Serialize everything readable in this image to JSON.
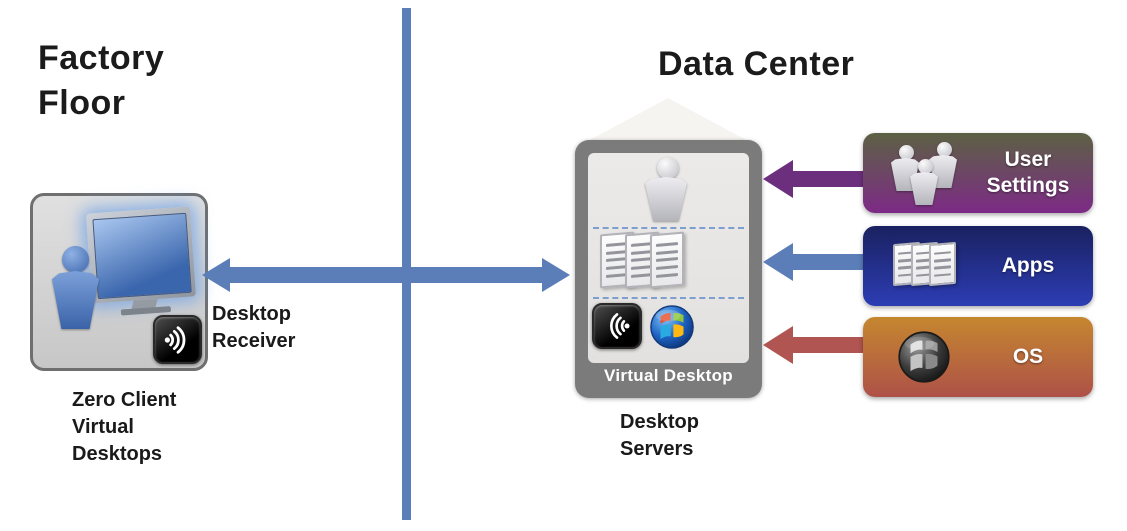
{
  "zones": {
    "left_title": "Factory\nFloor",
    "right_title": "Data Center"
  },
  "client": {
    "receiver_label": "Desktop\nReceiver",
    "caption": "Zero Client\nVirtual\nDesktops",
    "icons": [
      "user-icon",
      "monitor-icon",
      "receiver-signal-icon"
    ]
  },
  "server": {
    "box_label": "Virtual Desktop",
    "caption": "Desktop\nServers",
    "layer_icons": [
      "user-icon",
      "documents-icon",
      "receiver-signal-icon",
      "windows-logo-icon"
    ]
  },
  "resources": [
    {
      "label": "User\nSettings",
      "icon": "users-group-icon",
      "arrow_color": "#6b2f7d",
      "gradient_top": "#5c6144",
      "gradient_bottom": "#7d2a86"
    },
    {
      "label": "Apps",
      "icon": "documents-icon",
      "arrow_color": "#5b7db8",
      "gradient_top": "#1a2160",
      "gradient_bottom": "#2c3db4"
    },
    {
      "label": "OS",
      "icon": "windows-logo-icon",
      "arrow_color": "#b05551",
      "gradient_top": "#c5872f",
      "gradient_bottom": "#ae5148"
    }
  ],
  "colors": {
    "connection_blue": "#5b7db8",
    "divider_blue": "#5b7db8",
    "frame_gray": "#7b7b7b"
  }
}
